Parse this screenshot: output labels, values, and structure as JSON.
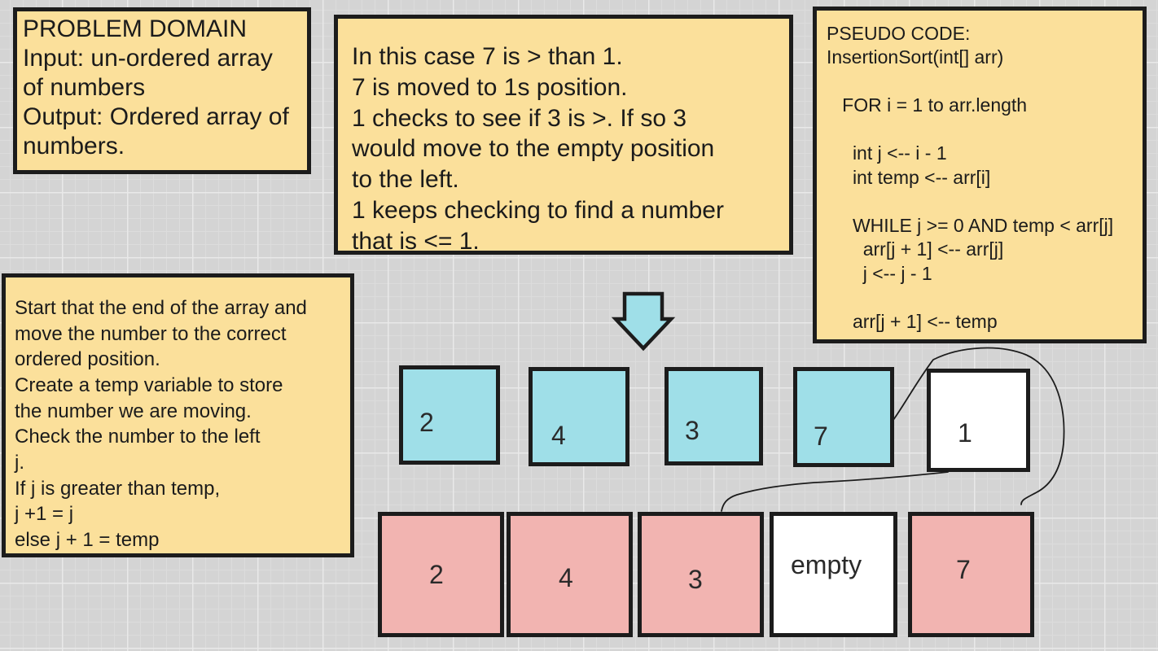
{
  "problem_domain": {
    "text": "PROBLEM DOMAIN\nInput: un-ordered array\nof numbers\nOutput: Ordered array of\nnumbers."
  },
  "case_note": {
    "text": "In this case 7 is > than 1.\n7 is moved to 1s position.\n1 checks to see if 3 is >. If so 3\nwould move to the empty position\nto the left.\n1 keeps checking to find a number\nthat is <= 1."
  },
  "pseudo_code": {
    "text": "PSEUDO CODE:\nInsertionSort(int[] arr)\n\n   FOR i = 1 to arr.length\n\n     int j <-- i - 1\n     int temp <-- arr[i]\n\n     WHILE j >= 0 AND temp < arr[j]\n       arr[j + 1] <-- arr[j]\n       j <-- j - 1\n\n     arr[j + 1] <-- temp"
  },
  "steps_note": {
    "text": "Start that the end of the array and\nmove the number to the correct\nordered position.\nCreate a temp variable to store\nthe number we are moving.\nCheck the number to the left\nj.\nIf j is greater than temp,\n j +1 = j\nelse j + 1 = temp"
  },
  "top_row": [
    "2",
    "4",
    "3",
    "7",
    "1"
  ],
  "bottom_row": [
    "2",
    "4",
    "3",
    "empty",
    "7"
  ],
  "colors": {
    "note": "#fbe09b",
    "top_cells": "#9fdfe8",
    "bottom_cells": "#f2b4b1",
    "highlight_cell": "#ffffff",
    "arrow": "#9fdfe8"
  }
}
